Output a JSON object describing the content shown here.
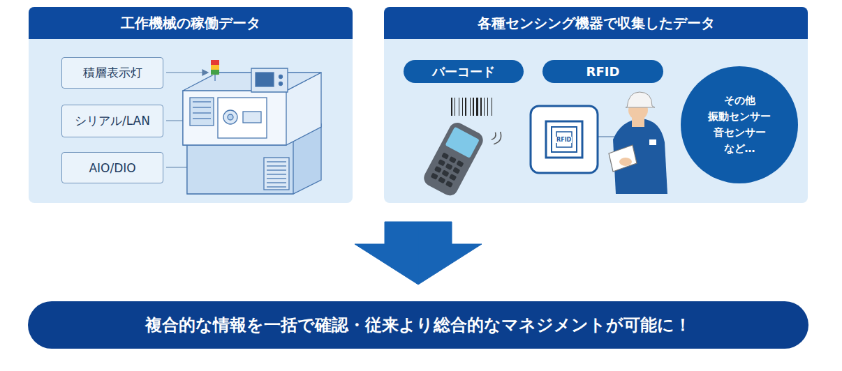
{
  "diagram": {
    "nodes": [
      {
        "text": [
          "工作機械の稼働データ"
        ]
      },
      {
        "text": [
          "積層表示灯"
        ],
        "in": 0
      },
      {
        "text": [
          "シリアル/LAN"
        ],
        "in": 0
      },
      {
        "text": [
          "AIO/DIO"
        ],
        "in": 0
      },
      {
        "text": [
          "各種センシング機器で収集したデータ"
        ]
      },
      {
        "text": [
          "バーコード"
        ],
        "in": 4
      },
      {
        "text": [
          "RFID"
        ],
        "in": 4
      },
      {
        "text": [
          "その他 振動センサー 音センサー など…"
        ],
        "in": 4
      },
      {
        "text": [
          "複合的な情報を一括で確認・従来より総合的なマネジメントが可能に！"
        ]
      }
    ],
    "edges": [
      {
        "from": 0,
        "to": 8,
        "arrow": "to"
      },
      {
        "from": 4,
        "to": 8,
        "arrow": "to"
      }
    ],
    "labels": [
      "RFID"
    ]
  }
}
